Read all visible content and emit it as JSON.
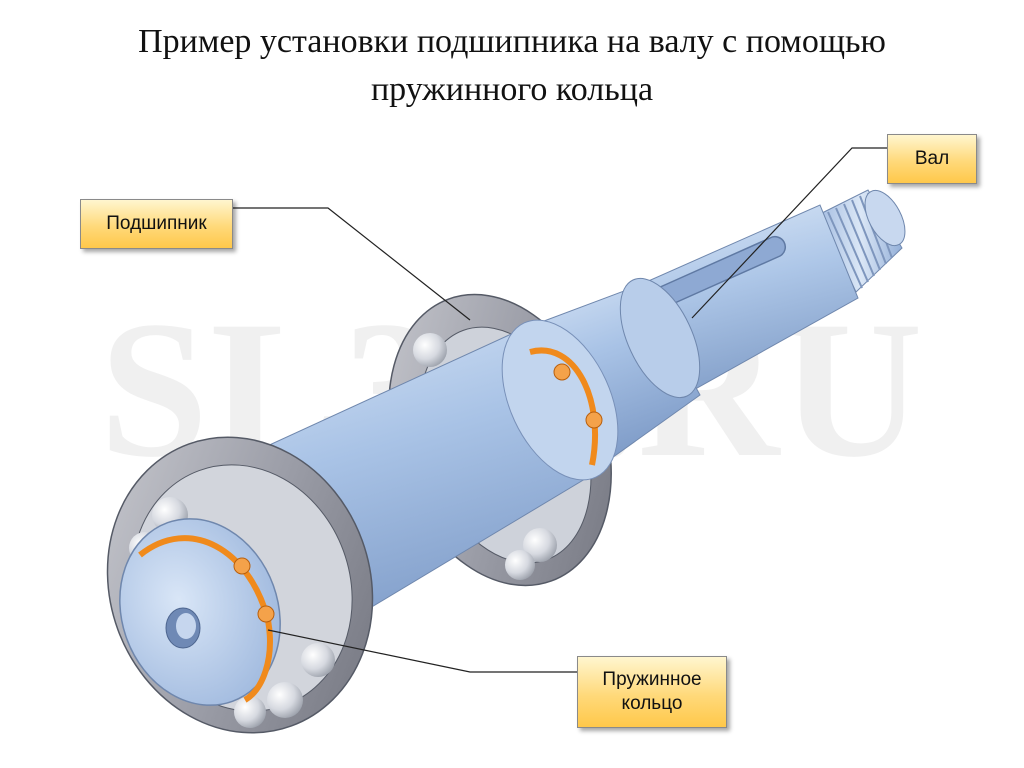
{
  "title": {
    "line1": "Пример установки подшипника на валу с помощью",
    "line2": "пружинного кольца"
  },
  "watermark": "SL3D.RU",
  "callouts": {
    "shaft": "Вал",
    "bearing": "Подшипник",
    "spring_ring": "Пружинное кольцо"
  },
  "colors": {
    "shaft_body": "#a9c3e6",
    "shaft_shadow": "#7f9cc8",
    "bearing_race": "#8d8f99",
    "ring_orange": "#f08a1c",
    "callout_fill": "#ffd97a"
  }
}
